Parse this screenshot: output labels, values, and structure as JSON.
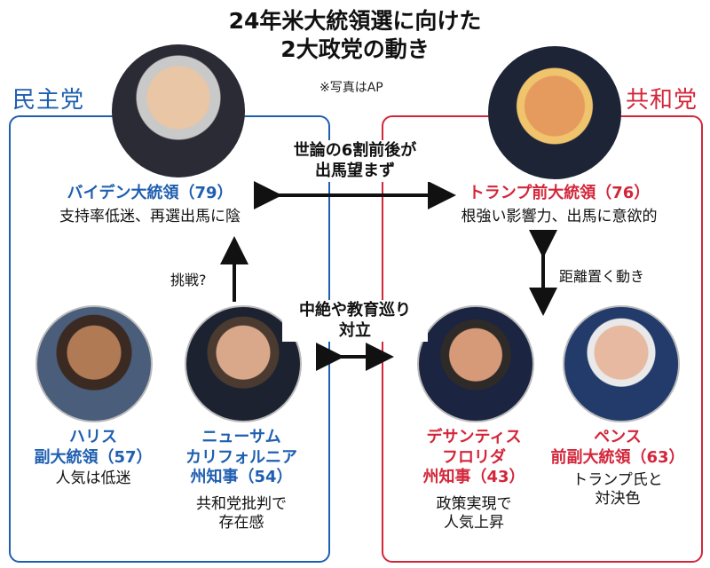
{
  "title": {
    "line1": "24年米大統領選に向けた",
    "line2": "2大政党の動き"
  },
  "photo_note": "※写真はAP",
  "parties": {
    "democratic": "民主党",
    "republican": "共和党"
  },
  "center_top": {
    "line1": "世論の6割前後が",
    "line2": "出馬望まず"
  },
  "center_mid": {
    "line1": "中絶や教育巡り",
    "line2": "対立"
  },
  "biden": {
    "name": "バイデン大統領（79）",
    "desc": "支持率低迷、再選出馬に陰"
  },
  "trump": {
    "name": "トランプ前大統領（76）",
    "desc": "根強い影響力、出馬に意欲的"
  },
  "challenge_label": "挑戦?",
  "distance_label": "距離置く動き",
  "harris": {
    "name1": "ハリス",
    "name2": "副大統領（57）",
    "desc1": "人気は低迷"
  },
  "newsom": {
    "name1": "ニューサム",
    "name2": "カリフォルニア",
    "name3": "州知事（54）",
    "desc1": "共和党批判で",
    "desc2": "存在感"
  },
  "desantis": {
    "name1": "デサンティス",
    "name2": "フロリダ",
    "name3": "州知事（43）",
    "desc1": "政策実現で",
    "desc2": "人気上昇"
  },
  "pence": {
    "name1": "ペンス",
    "name2": "前副大統領（63）",
    "desc1": "トランプ氏と",
    "desc2": "対決色"
  },
  "colors": {
    "democratic": "#1f5fb0",
    "republican": "#d3263a",
    "arrow": "#111111"
  }
}
